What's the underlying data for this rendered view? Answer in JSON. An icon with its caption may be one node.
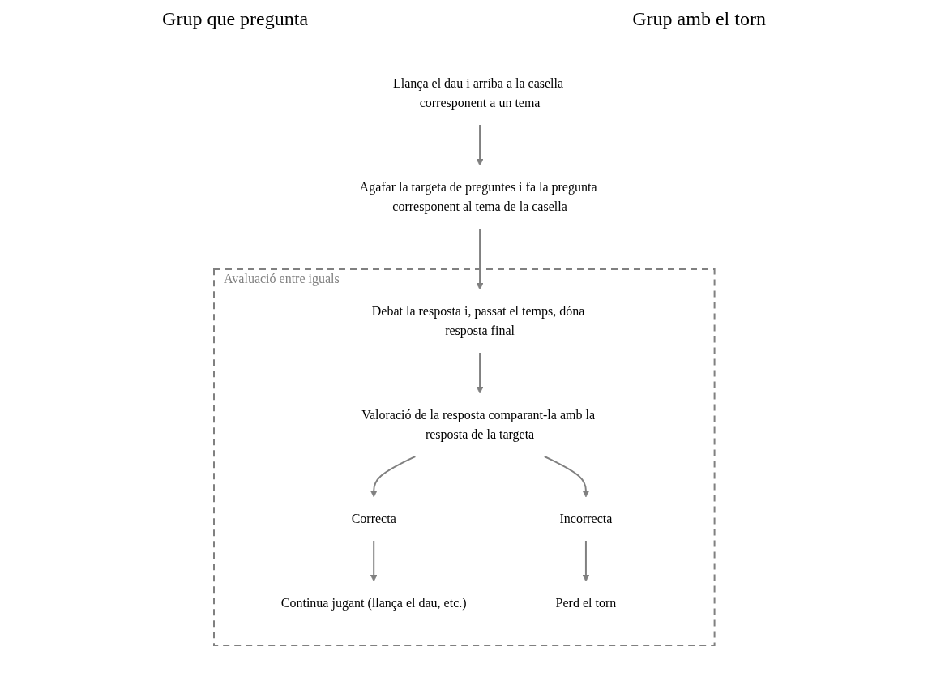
{
  "diagram": {
    "nodes": [
      {
        "text": [
          "Llança el dau i arriba a la casella corresponent a un tema"
        ]
      },
      {
        "text": [
          "Agafar la targeta de preguntes i fa la pregunta corresponent al tema de la casella"
        ]
      },
      {
        "text": [
          "Avaluació entre iguals"
        ]
      },
      {
        "text": [
          "Debat la resposta i, passat el temps, dóna resposta final"
        ],
        "in": 2
      },
      {
        "text": [
          "Valoració de la resposta comparant-la amb la resposta de la targeta"
        ],
        "in": 2
      },
      {
        "text": [
          "Correcta"
        ],
        "in": 2
      },
      {
        "text": [
          "Continua jugant (llança el dau, etc.)"
        ],
        "in": 2
      },
      {
        "text": [
          "Incorrecta"
        ],
        "in": 2
      },
      {
        "text": [
          "Perd el torn"
        ],
        "in": 2
      }
    ],
    "edges": [
      {
        "from": 0,
        "to": 1,
        "arrow": "to"
      },
      {
        "from": 1,
        "to": 3,
        "arrow": "to"
      },
      {
        "from": 3,
        "to": 4,
        "arrow": "to"
      },
      {
        "from": 4,
        "to": 5,
        "arrow": "to"
      },
      {
        "from": 5,
        "to": 6,
        "arrow": "to"
      },
      {
        "from": 4,
        "to": 7,
        "arrow": "to"
      },
      {
        "from": 7,
        "to": 8,
        "arrow": "to"
      }
    ],
    "labels": [
      "Grup que pregunta",
      "Grup amb el torn"
    ]
  }
}
